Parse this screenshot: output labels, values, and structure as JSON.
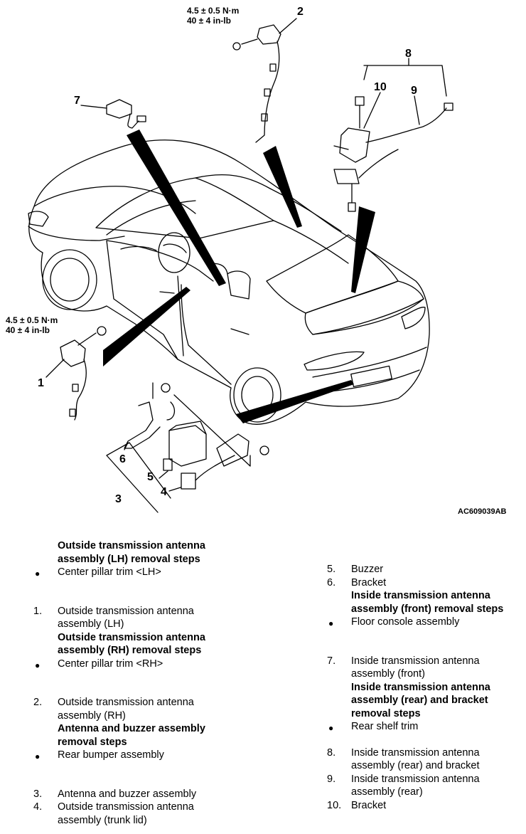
{
  "figure": {
    "callouts": [
      "1",
      "2",
      "3",
      "4",
      "5",
      "6",
      "7",
      "8",
      "9",
      "10"
    ],
    "torque_top": {
      "line1": "4.5 ± 0.5 N·m",
      "line2": "40 ± 4 in-lb"
    },
    "torque_left": {
      "line1": "4.5 ± 0.5 N·m",
      "line2": "40 ± 4 in-lb"
    },
    "figure_id": "AC609039AB"
  },
  "left_column": {
    "h1": "Outside transmission antenna assembly (LH) removal steps",
    "b1": "Center pillar trim <LH>",
    "s1_num": "1.",
    "s1": "Outside transmission antenna assembly (LH)",
    "h2": "Outside transmission antenna assembly (RH) removal steps",
    "b2": "Center pillar trim <RH>",
    "s2_num": "2.",
    "s2": "Outside transmission antenna assembly (RH)",
    "h3": "Antenna and buzzer assembly removal steps",
    "b3": "Rear bumper assembly",
    "s3_num": "3.",
    "s3": "Antenna and buzzer assembly",
    "s4_num": "4.",
    "s4": "Outside transmission antenna assembly (trunk lid)"
  },
  "right_column": {
    "s5_num": "5.",
    "s5": "Buzzer",
    "s6_num": "6.",
    "s6": "Bracket",
    "h4": "Inside transmission antenna assembly (front) removal steps",
    "b4": "Floor console assembly",
    "s7_num": "7.",
    "s7": "Inside transmission antenna assembly (front)",
    "h5": "Inside transmission antenna assembly (rear) and bracket removal steps",
    "b5": "Rear shelf trim",
    "s8_num": "8.",
    "s8": "Inside transmission antenna assembly (rear) and bracket",
    "s9_num": "9.",
    "s9": "Inside transmission antenna assembly (rear)",
    "s10_num": "10.",
    "s10": "Bracket"
  }
}
